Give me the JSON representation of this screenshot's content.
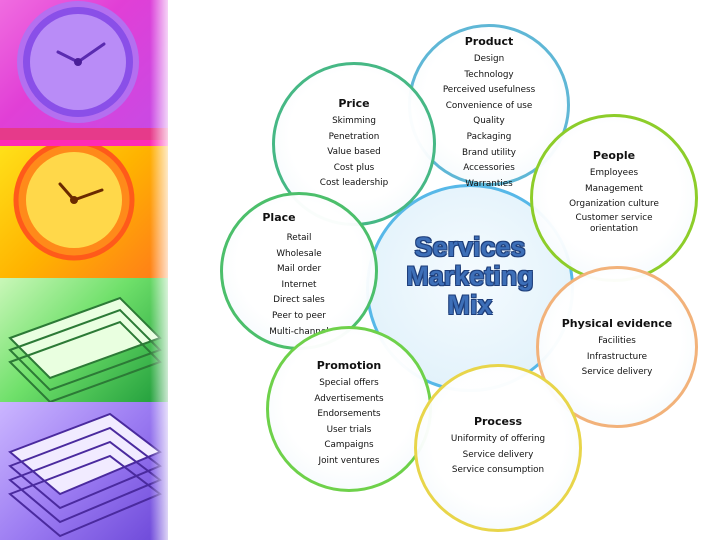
{
  "diagram": {
    "title_lines": [
      "Services",
      "Marketing",
      "Mix"
    ],
    "circles": [
      {
        "title": "Product",
        "color": "#5fb7d6",
        "items": [
          "Design",
          "Technology",
          "Perceived usefulness",
          "Convenience of use",
          "Quality",
          "Packaging",
          "Brand utility",
          "Accessories",
          "Warranties"
        ]
      },
      {
        "title": "Price",
        "color": "#46b885",
        "items": [
          "Skimming",
          "Penetration",
          "Value based",
          "Cost plus",
          "Cost leadership"
        ]
      },
      {
        "title": "People",
        "color": "#8dcd2a",
        "items": [
          "Employees",
          "Management",
          "Organization culture",
          "Customer service orientation"
        ]
      },
      {
        "title": "Place",
        "color": "#4cbf6b",
        "items": [
          "Retail",
          "Wholesale",
          "Mail order",
          "Internet",
          "Direct sales",
          "Peer to peer",
          "Multi-channel"
        ]
      },
      {
        "title": "Physical evidence",
        "color": "#f2b27a",
        "items": [
          "Facilities",
          "Infrastructure",
          "Service delivery"
        ]
      },
      {
        "title": "Promotion",
        "color": "#6ed14a",
        "items": [
          "Special offers",
          "Advertisements",
          "Endorsements",
          "User trials",
          "Campaigns",
          "Joint ventures"
        ]
      },
      {
        "title": "Process",
        "color": "#e8d54a",
        "items": [
          "Uniformity of offering",
          "Service delivery",
          "Service consumption"
        ]
      }
    ]
  },
  "decorative_panels": [
    "clock-purple",
    "clock-yellow",
    "books-green",
    "books-purple"
  ]
}
